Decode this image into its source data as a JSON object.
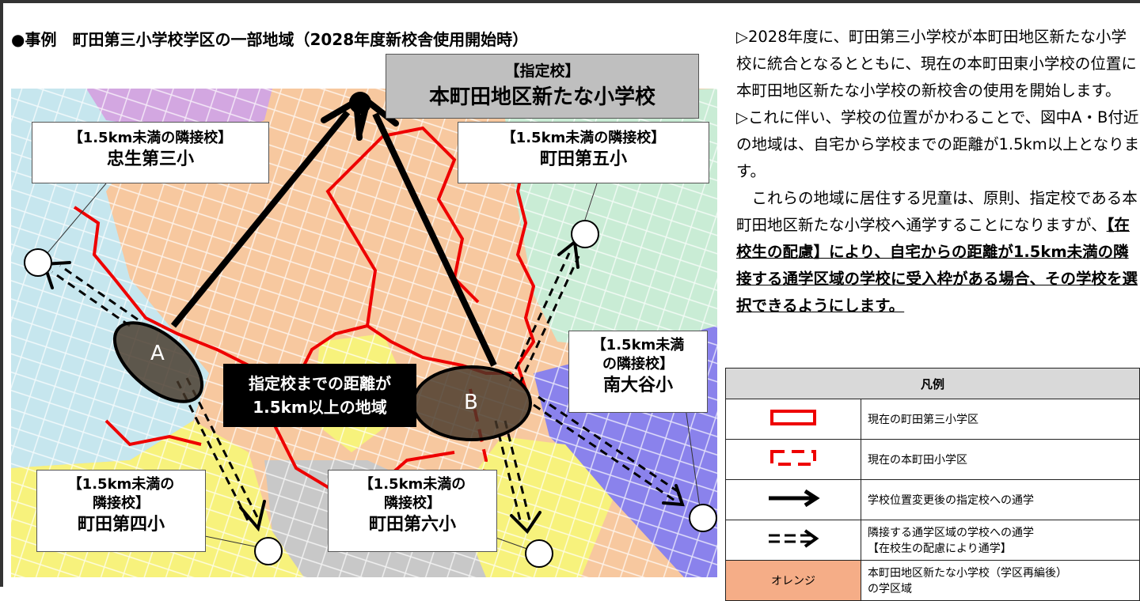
{
  "title": "●事例　町田第三小学校学区の一部地域（2028年度新校舎使用開始時）",
  "designated_school": {
    "tag": "【指定校】",
    "name": "本町田地区新たな小学校"
  },
  "neighbor_tag": "【1.5km未満の隣接校】",
  "neighbors": {
    "chuo": {
      "tag": "【1.5km未満の隣接校】",
      "name": "忠生第三小"
    },
    "daigo": {
      "tag": "【1.5km未満の隣接校】",
      "name": "町田第五小"
    },
    "minami": {
      "tag_1": "【1.5km未満",
      "tag_2": "の隣接校】",
      "name": "南大谷小"
    },
    "daiyon": {
      "tag_1": "【1.5km未満の",
      "tag_2": "隣接校】",
      "name": "町田第四小"
    },
    "dairoku": {
      "tag_1": "【1.5km未満の",
      "tag_2": "隣接校】",
      "name": "町田第六小"
    }
  },
  "area_label": {
    "line1": "指定校までの距離が",
    "line2": "1.5km以上の地域"
  },
  "markers": {
    "a": "A",
    "b": "B"
  },
  "description": {
    "p1": "▷2028年度に、町田第三小学校が本町田地区新たな小学校に統合となるとともに、現在の本町田東小学校の位置に本町田地区新たな小学校の新校舎の使用を開始します。",
    "p2": "▷これに伴い、学校の位置がかわることで、図中A・B付近の地域は、自宅から学校までの距離が1.5km以上となります。",
    "p3": "　これらの地域に居住する児童は、原則、指定校である本町田地区新たな小学校へ通学することになりますが、",
    "p3_emphasis": "【在校生の配慮】により、自宅からの距離が1.5km未満の隣接する通学区域の学校に受入枠がある場合、その学校を選択できるようにします。"
  },
  "legend": {
    "title": "凡例",
    "rows": [
      {
        "text": "現在の町田第三小学区"
      },
      {
        "text": "現在の本町田小学区"
      },
      {
        "text": "学校位置変更後の指定校への通学"
      },
      {
        "text1": "隣接する通学区域の学校への通学",
        "text2": "【在校生の配慮により通学】"
      },
      {
        "swatch": "オレンジ",
        "text1": "本町田地区新たな小学校（学区再編後）",
        "text2": "の学区域"
      }
    ]
  },
  "colors": {
    "orange": "#f5ad87",
    "boundary": "#ee0000",
    "lightblue": "#c6e6ee",
    "green": "#c9ecd5",
    "purple": "#d3a7e1",
    "yellow": "#f7f27c",
    "blue": "#8a82ec",
    "gray": "#c8c8c8"
  }
}
